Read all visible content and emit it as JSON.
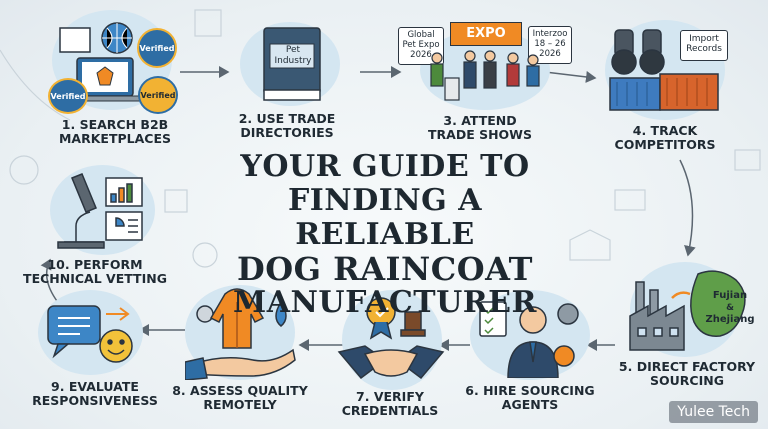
{
  "title": {
    "line1": "YOUR GUIDE TO",
    "line2": "FINDING A RELIABLE",
    "line3": "DOG RAINCOAT",
    "line4": "MANUFACTURER"
  },
  "steps": [
    {
      "line1": "1. SEARCH B2B",
      "line2": "MARKETPLACES"
    },
    {
      "line1": "2. USE TRADE",
      "line2": "DIRECTORIES"
    },
    {
      "line1": "3. ATTEND",
      "line2": "TRADE SHOWS"
    },
    {
      "line1": "4. TRACK",
      "line2": "COMPETITORS"
    },
    {
      "line1": "5. DIRECT FACTORY",
      "line2": "SOURCING"
    },
    {
      "line1": "6. HIRE SOURCING",
      "line2": "AGENTS"
    },
    {
      "line1": "7. VERIFY",
      "line2": "CREDENTIALS"
    },
    {
      "line1": "8. ASSESS QUALITY",
      "line2": "REMOTELY"
    },
    {
      "line1": "9. EVALUATE",
      "line2": "RESPONSIVENESS"
    },
    {
      "line1": "10. PERFORM",
      "line2": "TECHNICAL VETTING"
    }
  ],
  "badges": {
    "verified1": "Verified",
    "verified2": "Verified",
    "verified3": "Verified"
  },
  "book": {
    "line1": "Pet",
    "line2": "Industry"
  },
  "expo": {
    "banner": "EXPO",
    "left_sign": [
      "Global",
      "Pet Expo",
      "2026"
    ],
    "right_sign": [
      "Interzoo",
      "18 – 26",
      "2026"
    ]
  },
  "competitors": {
    "sign": [
      "Import",
      "Records"
    ]
  },
  "factory": {
    "region1": "Fujian",
    "amp": "&",
    "region2": "Zhejiang"
  },
  "watermark": "Yulee Tech",
  "colors": {
    "accent": "#d4e6f1",
    "ink": "#1f2a33",
    "orange": "#f08a24",
    "blue": "#2e6da4"
  }
}
